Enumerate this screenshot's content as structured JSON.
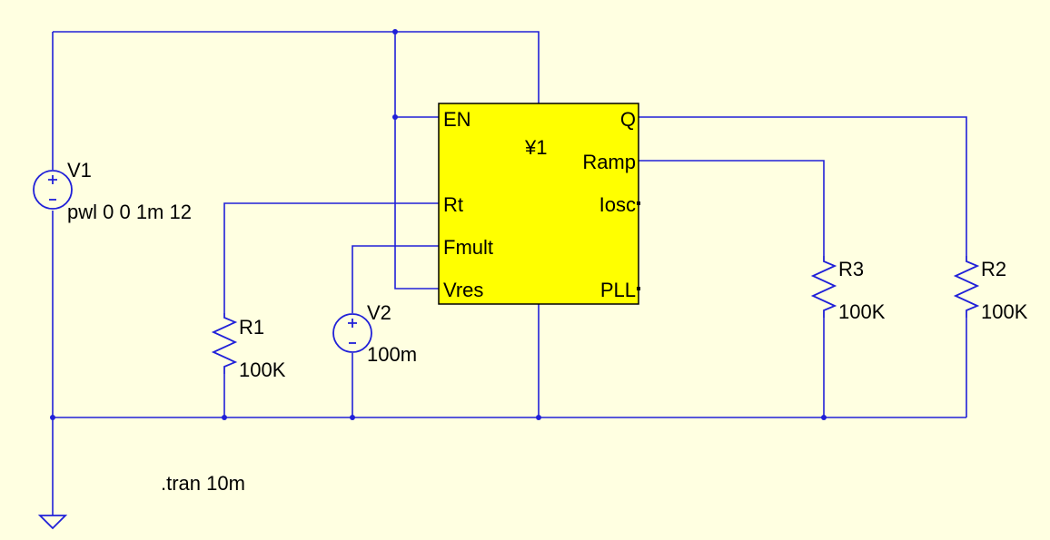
{
  "colors": {
    "background": "#ffffe1",
    "wire": "#2020d8",
    "ic_body": "#ffff00",
    "ic_outline": "#000000"
  },
  "ic": {
    "ref": "¥1",
    "pins_left": [
      "EN",
      "Rt",
      "Fmult",
      "Vres"
    ],
    "pins_right": [
      "Q",
      "Ramp",
      "Iosc",
      "PLL"
    ]
  },
  "sources": [
    {
      "ref": "V1",
      "value": "pwl 0 0 1m 12"
    },
    {
      "ref": "V2",
      "value": "100m"
    }
  ],
  "resistors": [
    {
      "ref": "R1",
      "value": "100K"
    },
    {
      "ref": "R2",
      "value": "100K"
    },
    {
      "ref": "R3",
      "value": "100K"
    }
  ],
  "directive": ".tran 10m",
  "icons": [
    "ground-icon",
    "voltage-source-icon",
    "resistor-icon",
    "junction-dot-icon"
  ]
}
